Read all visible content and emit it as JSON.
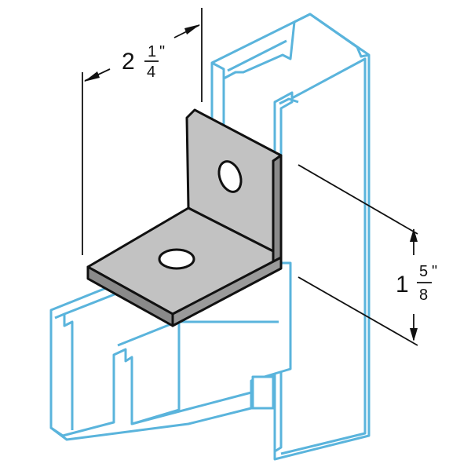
{
  "dimensions": {
    "width": {
      "whole": "2",
      "numerator": "1",
      "denominator": "4",
      "unit": "\""
    },
    "height": {
      "whole": "1",
      "numerator": "5",
      "denominator": "8",
      "unit": "\""
    }
  },
  "colors": {
    "channel_stroke": "#5ab4dc",
    "bracket_face": "#c2c2c2",
    "bracket_edge": "#8a8a8a",
    "outline": "#111111",
    "dimension_line": "#111111"
  }
}
